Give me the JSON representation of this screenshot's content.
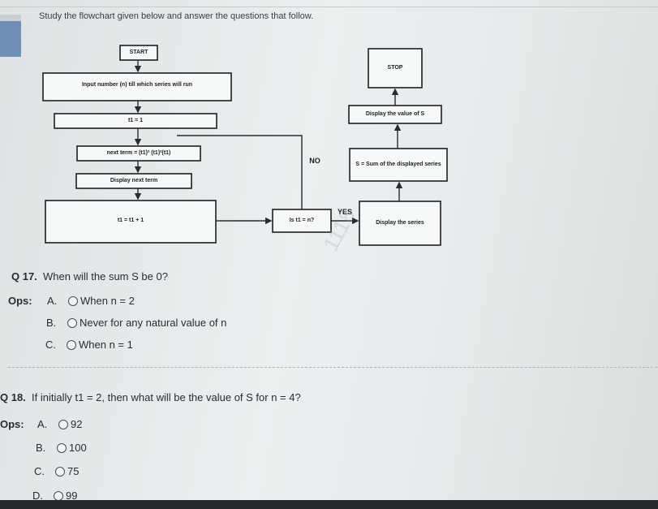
{
  "intro_text": "Study the flowchart given below and answer the questions that follow.",
  "flowchart": {
    "start": "START",
    "input": "Input number (n) till which series will run",
    "init": "t1 = 1",
    "next_term": "next term = (t1)² (t1)²(t1)",
    "display_next": "Display next term",
    "increment": "t1 = t1 + 1",
    "decision": "Is t1 = n?",
    "no_label": "NO",
    "yes_label": "YES",
    "display_series": "Display the series",
    "sum": "S = Sum of the displayed series",
    "display_value": "Display the value of S",
    "stop": "STOP"
  },
  "watermark": "1118",
  "q17": {
    "number": "Q 17.",
    "text": "When will the sum S be 0?",
    "ops_label": "Ops:",
    "options": [
      {
        "letter": "A.",
        "text": "When n = 2"
      },
      {
        "letter": "B.",
        "text": "Never for any natural value of n"
      },
      {
        "letter": "C.",
        "text": "When n = 1"
      }
    ]
  },
  "q18": {
    "number": "Q 18.",
    "text": "If initially t1 = 2, then what will be the value of S for n = 4?",
    "ops_label": "Ops:",
    "options": [
      {
        "letter": "A.",
        "text": "92"
      },
      {
        "letter": "B.",
        "text": "100"
      },
      {
        "letter": "C.",
        "text": "75"
      },
      {
        "letter": "D.",
        "text": "99"
      }
    ]
  }
}
